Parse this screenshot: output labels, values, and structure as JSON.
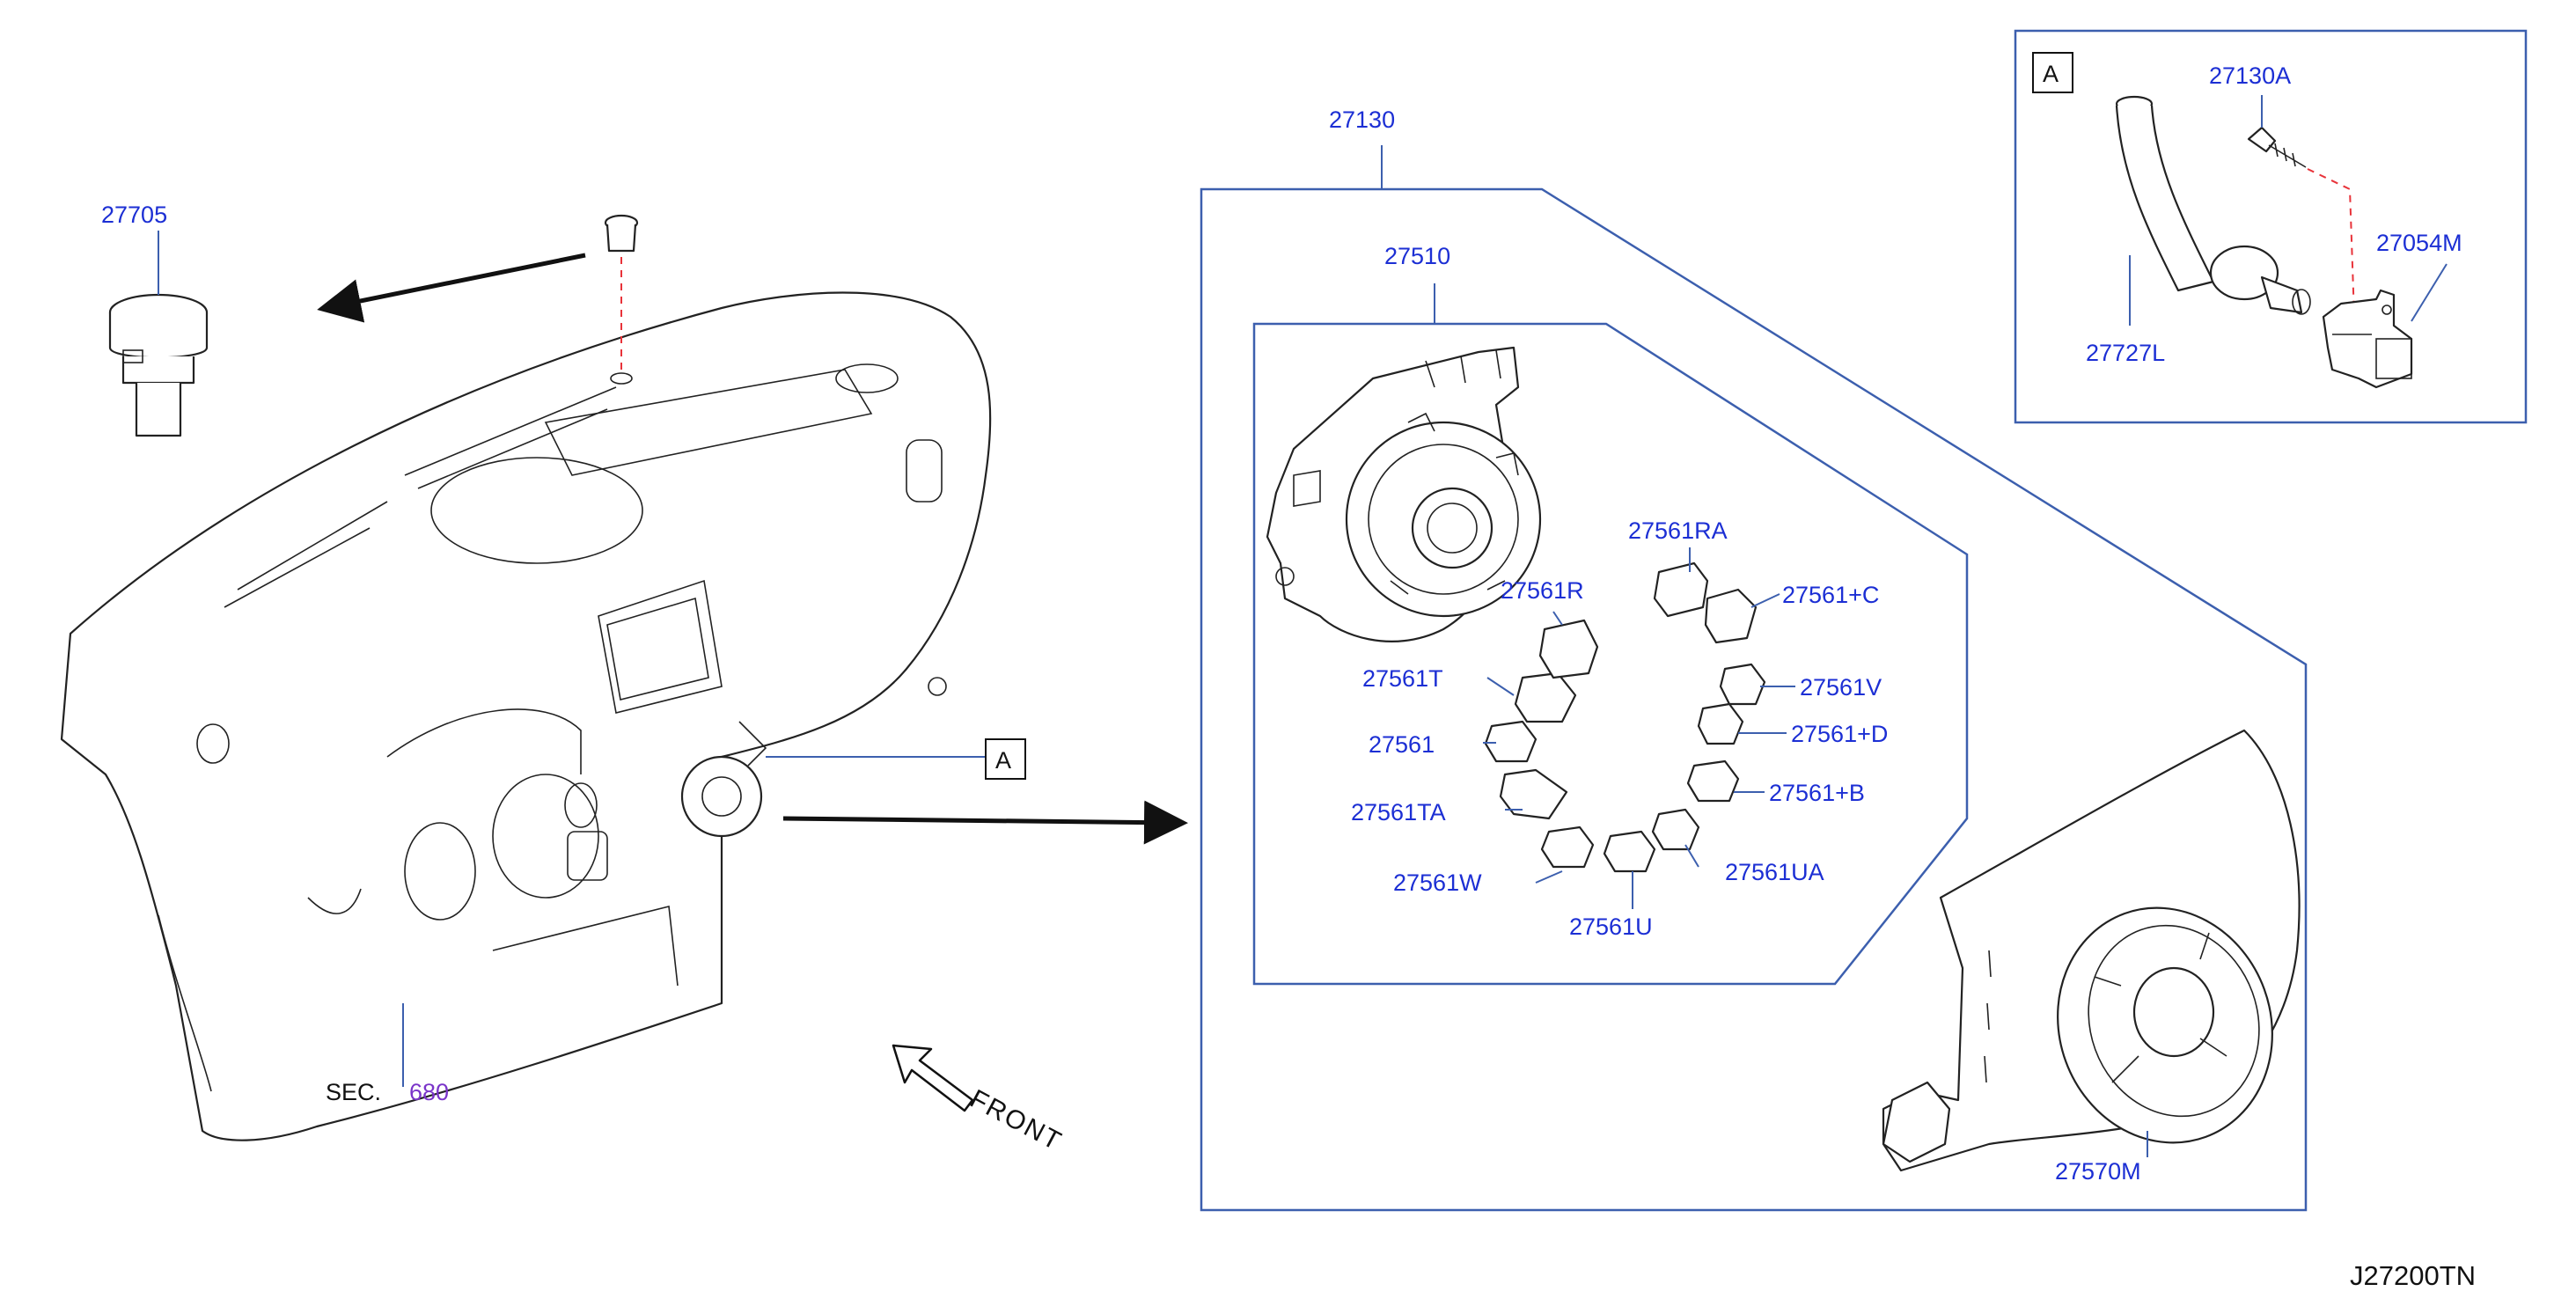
{
  "labels": {
    "p27705": "27705",
    "p27130": "27130",
    "p27510": "27510",
    "p27561RA": "27561RA",
    "p27561R": "27561R",
    "p27561C": "27561+C",
    "p27561T": "27561T",
    "p27561V": "27561V",
    "p27561": "27561",
    "p27561D": "27561+D",
    "p27561TA": "27561TA",
    "p27561B": "27561+B",
    "p27561W": "27561W",
    "p27561UA": "27561UA",
    "p27561U": "27561U",
    "p27570M": "27570M",
    "p27130A": "27130A",
    "p27054M": "27054M",
    "p27727L": "27727L",
    "sec": "SEC.",
    "sec_num": "680",
    "ref_a_main": "A",
    "ref_a_inset": "A",
    "front": "FRONT",
    "drawing_code": "J27200TN"
  },
  "colors": {
    "label": "#1c2fd4",
    "leader": "#3c5fae",
    "dashed_link": "#e8333a",
    "section_ref": "#7a34c9"
  }
}
